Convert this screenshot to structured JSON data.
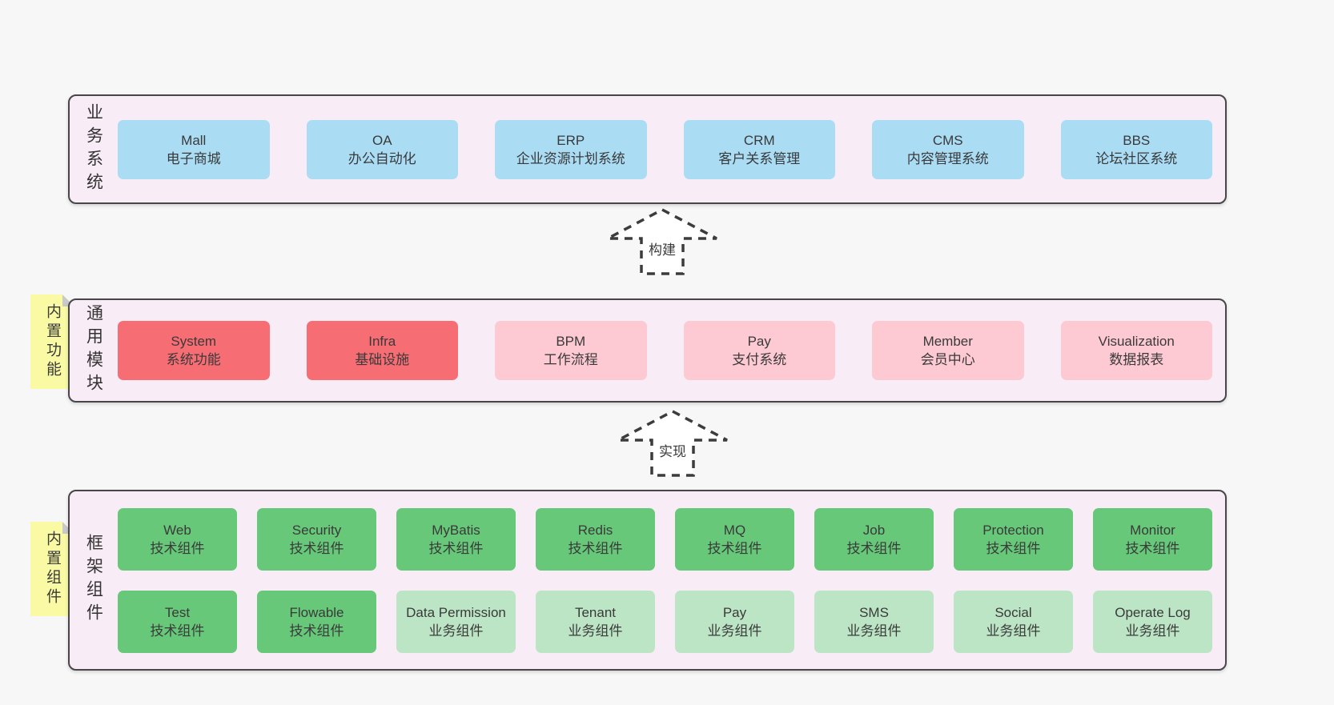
{
  "colors": {
    "page_bg": "#f7f7f7",
    "band_bg": "#f8edf6",
    "band_border": "#474747",
    "text": "#3a3a3a",
    "blue": "#aadcf4",
    "red": "#f76d74",
    "pink": "#fdc9d2",
    "green": "#66c878",
    "lightgreen": "#bce5c5",
    "tag_bg": "#fafaa5",
    "tag_fold": "#c9c9c9",
    "arrow": "#3c3c3c"
  },
  "bands": [
    {
      "label": "业务系统",
      "rows": [
        [
          {
            "en": "Mall",
            "zh": "电子商城",
            "type": "blue"
          },
          {
            "en": "OA",
            "zh": "办公自动化",
            "type": "blue"
          },
          {
            "en": "ERP",
            "zh": "企业资源计划系统",
            "type": "blue"
          },
          {
            "en": "CRM",
            "zh": "客户关系管理",
            "type": "blue"
          },
          {
            "en": "CMS",
            "zh": "内容管理系统",
            "type": "blue"
          },
          {
            "en": "BBS",
            "zh": "论坛社区系统",
            "type": "blue"
          }
        ]
      ]
    },
    {
      "label": "通用模块",
      "tag": "内置功能",
      "rows": [
        [
          {
            "en": "System",
            "zh": "系统功能",
            "type": "red"
          },
          {
            "en": "Infra",
            "zh": "基础设施",
            "type": "red"
          },
          {
            "en": "BPM",
            "zh": "工作流程",
            "type": "pink"
          },
          {
            "en": "Pay",
            "zh": "支付系统",
            "type": "pink"
          },
          {
            "en": "Member",
            "zh": "会员中心",
            "type": "pink"
          },
          {
            "en": "Visualization",
            "zh": "数据报表",
            "type": "pink"
          }
        ]
      ]
    },
    {
      "label": "框架组件",
      "tag": "内置组件",
      "rows": [
        [
          {
            "en": "Web",
            "zh": "技术组件",
            "type": "green"
          },
          {
            "en": "Security",
            "zh": "技术组件",
            "type": "green"
          },
          {
            "en": "MyBatis",
            "zh": "技术组件",
            "type": "green"
          },
          {
            "en": "Redis",
            "zh": "技术组件",
            "type": "green"
          },
          {
            "en": "MQ",
            "zh": "技术组件",
            "type": "green"
          },
          {
            "en": "Job",
            "zh": "技术组件",
            "type": "green"
          },
          {
            "en": "Protection",
            "zh": "技术组件",
            "type": "green"
          },
          {
            "en": "Monitor",
            "zh": "技术组件",
            "type": "green"
          }
        ],
        [
          {
            "en": "Test",
            "zh": "技术组件",
            "type": "green"
          },
          {
            "en": "Flowable",
            "zh": "技术组件",
            "type": "green"
          },
          {
            "en": "Data Permission",
            "zh": "业务组件",
            "type": "lightgreen"
          },
          {
            "en": "Tenant",
            "zh": "业务组件",
            "type": "lightgreen"
          },
          {
            "en": "Pay",
            "zh": "业务组件",
            "type": "lightgreen"
          },
          {
            "en": "SMS",
            "zh": "业务组件",
            "type": "lightgreen"
          },
          {
            "en": "Social",
            "zh": "业务组件",
            "type": "lightgreen"
          },
          {
            "en": "Operate Log",
            "zh": "业务组件",
            "type": "lightgreen"
          }
        ]
      ]
    }
  ],
  "arrows": [
    {
      "label": "构建"
    },
    {
      "label": "实现"
    }
  ]
}
